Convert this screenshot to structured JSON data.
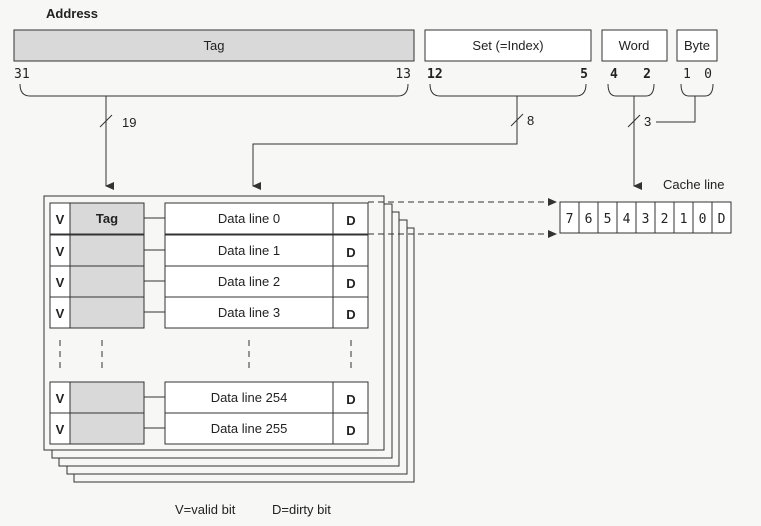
{
  "address": {
    "title": "Address",
    "fields": {
      "tag": "Tag",
      "set": "Set (=Index)",
      "word": "Word",
      "byte": "Byte"
    },
    "bits": {
      "tag_hi": "31",
      "tag_lo": "13",
      "set_hi": "12",
      "set_lo": "5",
      "word_hi": "4",
      "word_lo": "2",
      "byte_hi": "1",
      "byte_lo": "0"
    },
    "widths": {
      "tag": "19",
      "set": "8",
      "word": "3"
    }
  },
  "cache": {
    "headers": {
      "valid": "V",
      "tag": "Tag",
      "dirty": "D"
    },
    "rows": [
      {
        "valid": "V",
        "data": "Data line 0",
        "dirty": "D"
      },
      {
        "valid": "V",
        "data": "Data line 1",
        "dirty": "D"
      },
      {
        "valid": "V",
        "data": "Data line 2",
        "dirty": "D"
      },
      {
        "valid": "V",
        "data": "Data line 3",
        "dirty": "D"
      },
      {
        "valid": "V",
        "data": "Data line 254",
        "dirty": "D"
      },
      {
        "valid": "V",
        "data": "Data line 255",
        "dirty": "D"
      }
    ]
  },
  "cache_line": {
    "title": "Cache line",
    "cells": [
      "7",
      "6",
      "5",
      "4",
      "3",
      "2",
      "1",
      "0",
      "D"
    ]
  },
  "legend": {
    "valid": "V=valid bit",
    "dirty": "D=dirty bit"
  },
  "colors": {
    "tag_fill": "#d9d9d9",
    "stroke": "#333333"
  }
}
